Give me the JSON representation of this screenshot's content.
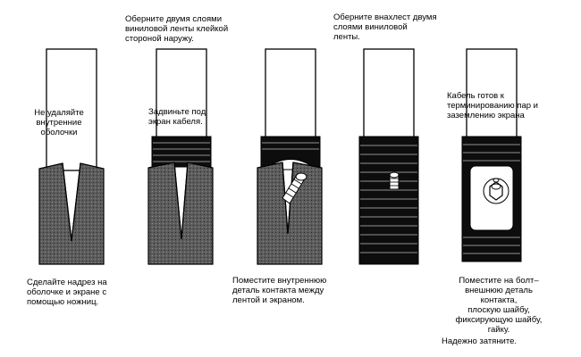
{
  "steps": [
    {
      "note": "Не удаляйте\nвнутренние\nоболочки",
      "caption": "Сделайте надрез на\nоболочке и экране с\nпомощью ножниц."
    },
    {
      "top_caption": "Оберните двумя слоями\nвиниловой ленты клейкой\nстороной наружу.",
      "note": "Задвиньте под\nэкран кабеля."
    },
    {
      "caption": "Поместите внутреннюю\nдеталь контакта между\nлентой и экраном."
    },
    {
      "top_caption": "Оберните внахлест двумя\nслоями виниловой\nленты."
    },
    {
      "note": "Кабель готов к\nтерминированию пар и\nзаземлению экрана",
      "caption": "Поместите на болт–\nвнешнюю деталь\nконтакта,\nплоскую шайбу,\nфиксирующую шайбу,\nгайку.",
      "caption_last": "Надежно затяните."
    }
  ]
}
